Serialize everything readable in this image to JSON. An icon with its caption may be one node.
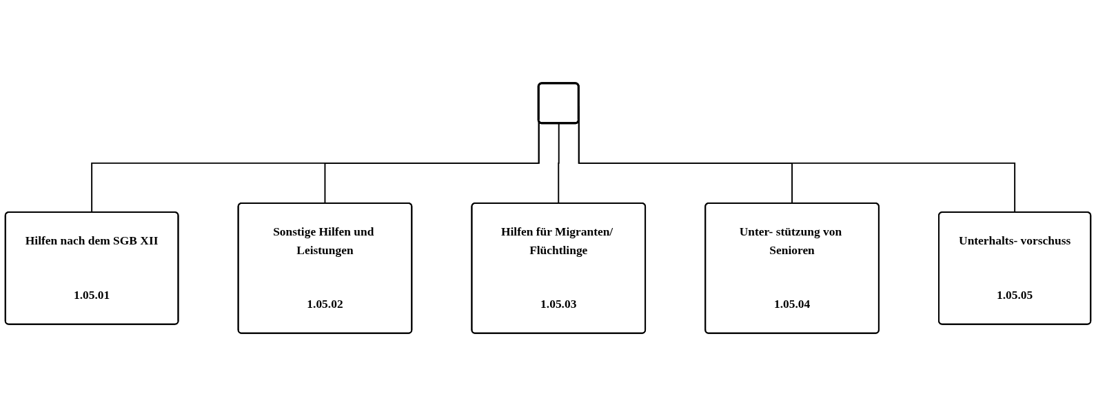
{
  "diagram": {
    "nodes": [
      {
        "text": [],
        "shape": "box"
      },
      {
        "text": [
          "Hilfen nach dem SGB XII",
          "1.05.01"
        ]
      },
      {
        "text": [
          "Sonstige Hilfen und Leistungen",
          "1.05.02"
        ]
      },
      {
        "text": [
          "Hilfen für Migranten/ Flüchtlinge",
          "1.05.03"
        ]
      },
      {
        "text": [
          "Unter- stützung von Senioren",
          "1.05.04"
        ]
      },
      {
        "text": [
          "Unterhalts- vorschuss",
          "1.05.05"
        ]
      }
    ],
    "edges": [
      {
        "from": 0,
        "to": 1,
        "arrow": "none"
      },
      {
        "from": 0,
        "to": 2,
        "arrow": "none"
      },
      {
        "from": 0,
        "to": 3,
        "arrow": "none"
      },
      {
        "from": 0,
        "to": 4,
        "arrow": "none"
      },
      {
        "from": 0,
        "to": 5,
        "arrow": "none"
      }
    ]
  }
}
